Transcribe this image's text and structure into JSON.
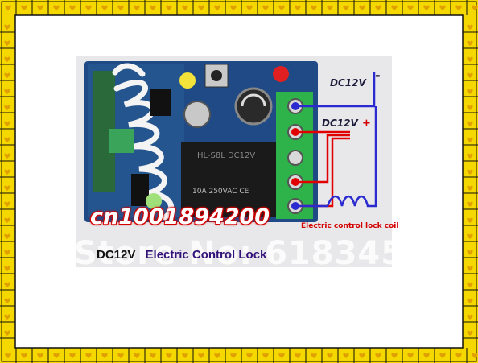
{
  "frame": {
    "border_color": "#f5d800",
    "heart_color": "#e0a000",
    "tick_color": "#111111"
  },
  "photo": {
    "board_color": "#1f4a86",
    "terminal_color": "#2db34a",
    "relay_color": "#1a1a1a",
    "antenna_color": "#f4f4f4"
  },
  "watermark": {
    "store": "Store No: 618345",
    "code": "cn1001894200"
  },
  "caption": {
    "voltage": "DC12V",
    "title": "Electric Control Lock"
  },
  "wiring": {
    "dc_top": "DC12V",
    "dc_mid": "DC12V",
    "minus": "-",
    "plus": "+",
    "coil": "Electric control lock coil",
    "wire_blue": "#2a2ad0",
    "wire_red": "#e00000"
  }
}
